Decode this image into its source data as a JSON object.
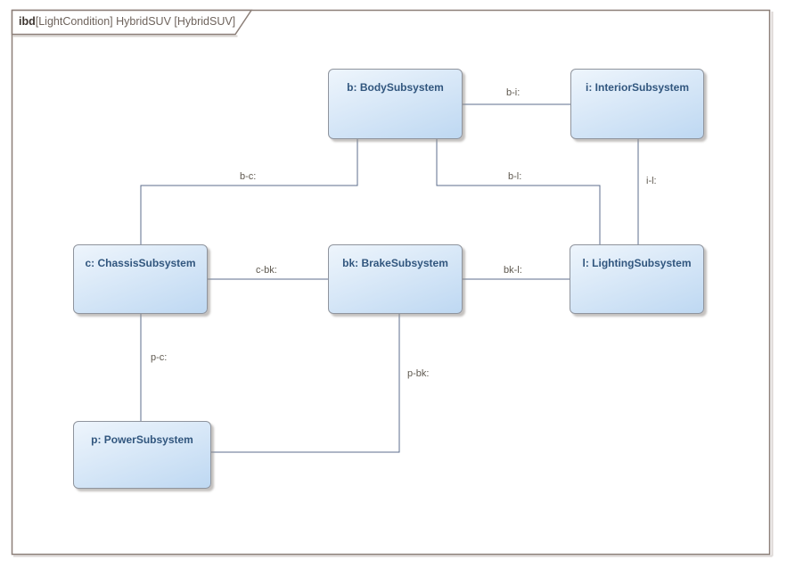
{
  "diagram": {
    "frame_label": {
      "keyword": "ibd",
      "rest": "[LightCondition] HybridSUV [HybridSUV]"
    },
    "blocks": [
      {
        "id": "b",
        "label": "b: BodySubsystem"
      },
      {
        "id": "i",
        "label": "i: InteriorSubsystem"
      },
      {
        "id": "c",
        "label": "c: ChassisSubsystem"
      },
      {
        "id": "bk",
        "label": "bk: BrakeSubsystem"
      },
      {
        "id": "l",
        "label": "l: LightingSubsystem"
      },
      {
        "id": "p",
        "label": "p: PowerSubsystem"
      }
    ],
    "connectors": [
      {
        "label": "b-i:",
        "from": "b",
        "to": "i"
      },
      {
        "label": "b-c:",
        "from": "b",
        "to": "c"
      },
      {
        "label": "b-l:",
        "from": "b",
        "to": "l"
      },
      {
        "label": "i-l:",
        "from": "i",
        "to": "l"
      },
      {
        "label": "c-bk:",
        "from": "c",
        "to": "bk"
      },
      {
        "label": "bk-l:",
        "from": "bk",
        "to": "l"
      },
      {
        "label": "p-c:",
        "from": "p",
        "to": "c"
      },
      {
        "label": "p-bk:",
        "from": "p",
        "to": "bk"
      }
    ],
    "colors": {
      "block_fill_top": "#eef5fc",
      "block_fill_bottom": "#bed8f2",
      "block_border": "#8f949d",
      "block_text": "#31567e",
      "connector_line": "#5c6e8c",
      "connector_label_text": "#5e584f",
      "frame_border": "#8c7f78",
      "frame_shadow": "#dcd7d5",
      "background": "#ffffff"
    }
  }
}
